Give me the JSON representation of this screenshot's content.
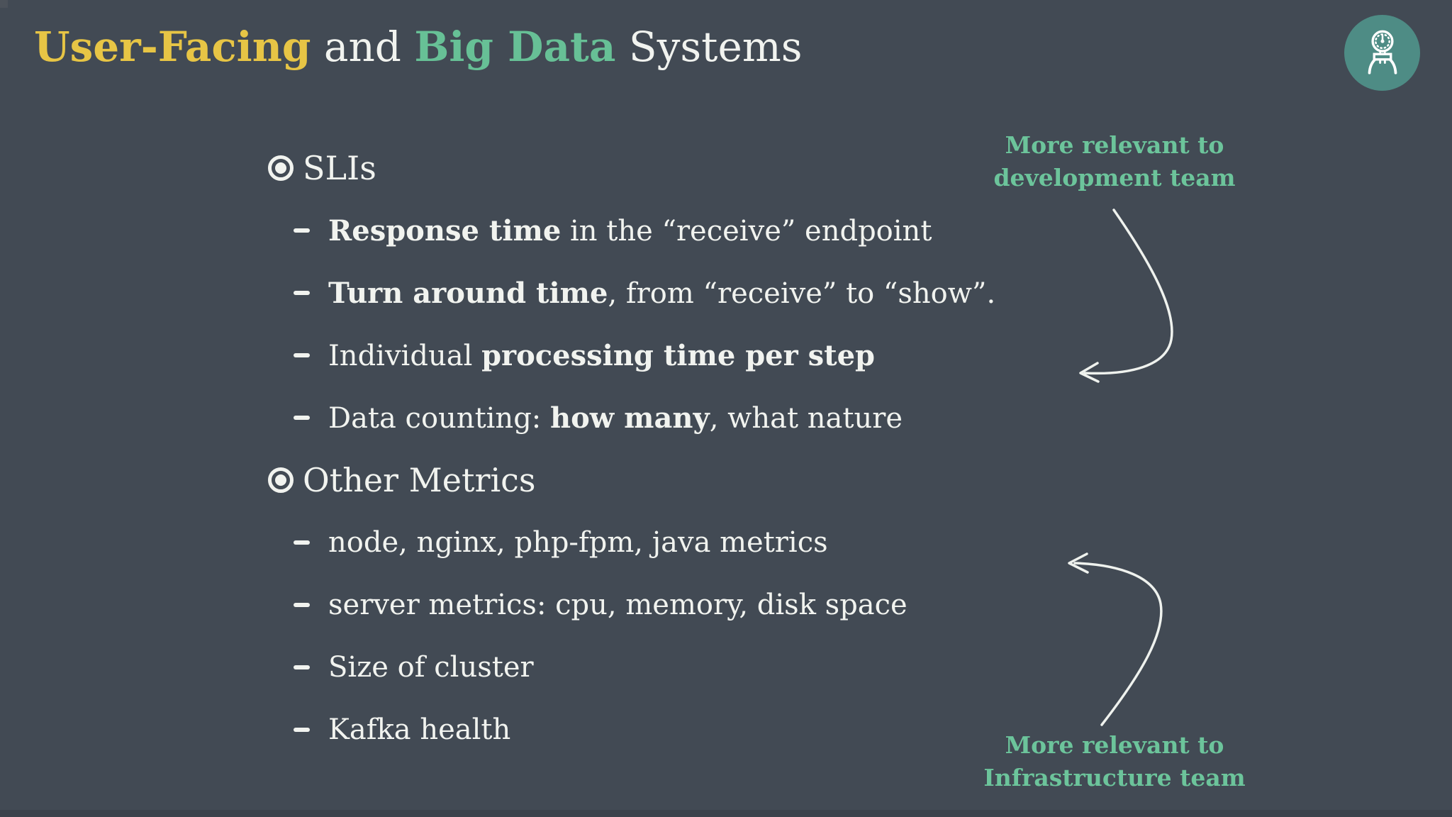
{
  "theme": {
    "background": "#424A54",
    "accent_yellow": "#E7C545",
    "accent_green": "#67C096",
    "annotation_green": "#6CC49B",
    "text_white": "#F1F3EF",
    "logo_teal": "#4E8C85"
  },
  "slide": {
    "title": {
      "seg1": "User-Facing",
      "seg2": " and ",
      "seg3": "Big Data",
      "seg4": " Systems"
    },
    "logo_icon": "pressure-gauge-icon",
    "sections": [
      {
        "label": "SLIs",
        "items": [
          {
            "run1": "Response time",
            "run2": " in the “receive” endpoint"
          },
          {
            "run1": "Turn around time",
            "run2": ", from “receive” to “show”."
          },
          {
            "run1": "Individual ",
            "run2": "processing time per step"
          },
          {
            "run1": "Data counting: ",
            "run2": "how many",
            "run3": ", what nature"
          }
        ]
      },
      {
        "label": "Other Metrics",
        "items": [
          {
            "run1": "node, nginx, php-fpm, java metrics"
          },
          {
            "run1": "server metrics: cpu, memory, disk space"
          },
          {
            "run1": "Size of cluster"
          },
          {
            "run1": "Kafka health"
          }
        ]
      }
    ],
    "annotations": {
      "development": {
        "line1": "More relevant to",
        "line2": "development team"
      },
      "infrastructure": {
        "line1": "More relevant to",
        "line2": "Infrastructure team"
      }
    }
  }
}
